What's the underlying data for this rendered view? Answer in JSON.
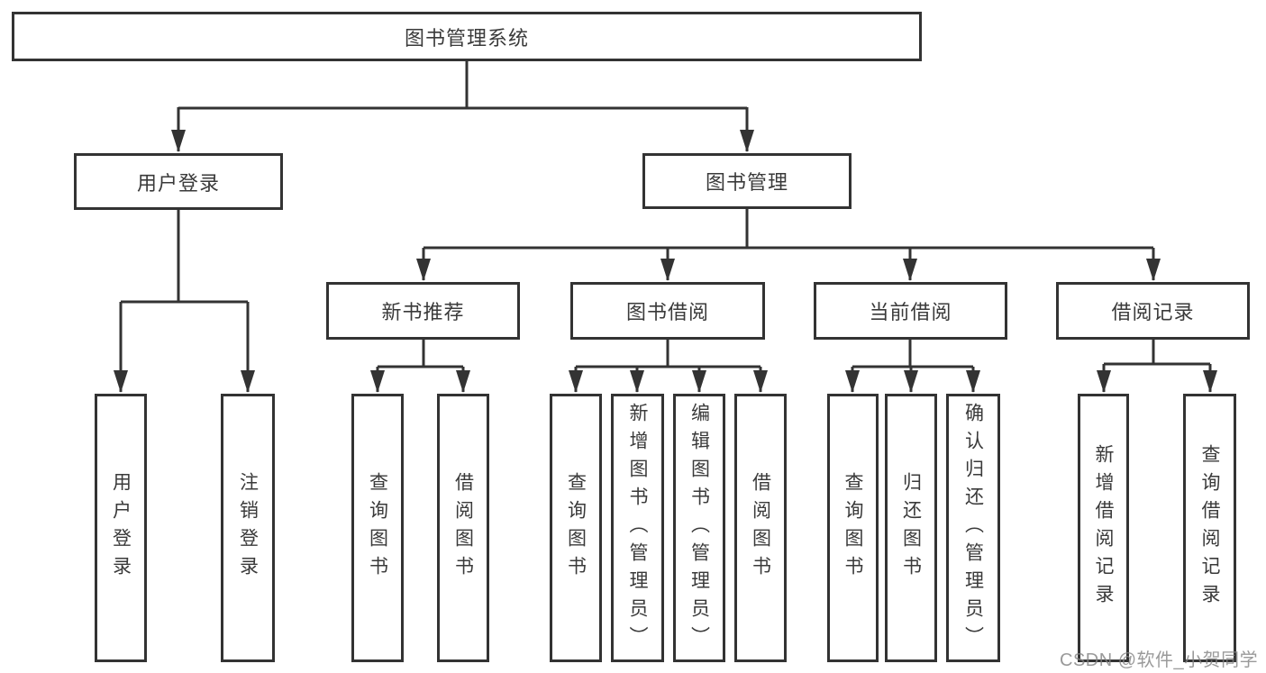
{
  "root": {
    "label": "图书管理系统"
  },
  "branches": {
    "user_login": {
      "label": "用户登录",
      "children": [
        {
          "label": "用户登录"
        },
        {
          "label": "注销登录"
        }
      ]
    },
    "book_management": {
      "label": "图书管理",
      "sections": [
        {
          "label": "新书推荐",
          "children": [
            {
              "label": "查询图书"
            },
            {
              "label": "借阅图书"
            }
          ]
        },
        {
          "label": "图书借阅",
          "children": [
            {
              "label": "查询图书"
            },
            {
              "label": "新增图书（管理员）"
            },
            {
              "label": "编辑图书（管理员）"
            },
            {
              "label": "借阅图书"
            }
          ]
        },
        {
          "label": "当前借阅",
          "children": [
            {
              "label": "查询图书"
            },
            {
              "label": "归还图书"
            },
            {
              "label": "确认归还（管理员）"
            }
          ]
        },
        {
          "label": "借阅记录",
          "children": [
            {
              "label": "新增借阅记录"
            },
            {
              "label": "查询借阅记录"
            }
          ]
        }
      ]
    }
  },
  "watermark": {
    "text": "CSDN @软件_小贺同学"
  },
  "colors": {
    "line": "#333333",
    "text": "#3a3a3a",
    "background": "#ffffff",
    "watermark": "#848484"
  }
}
